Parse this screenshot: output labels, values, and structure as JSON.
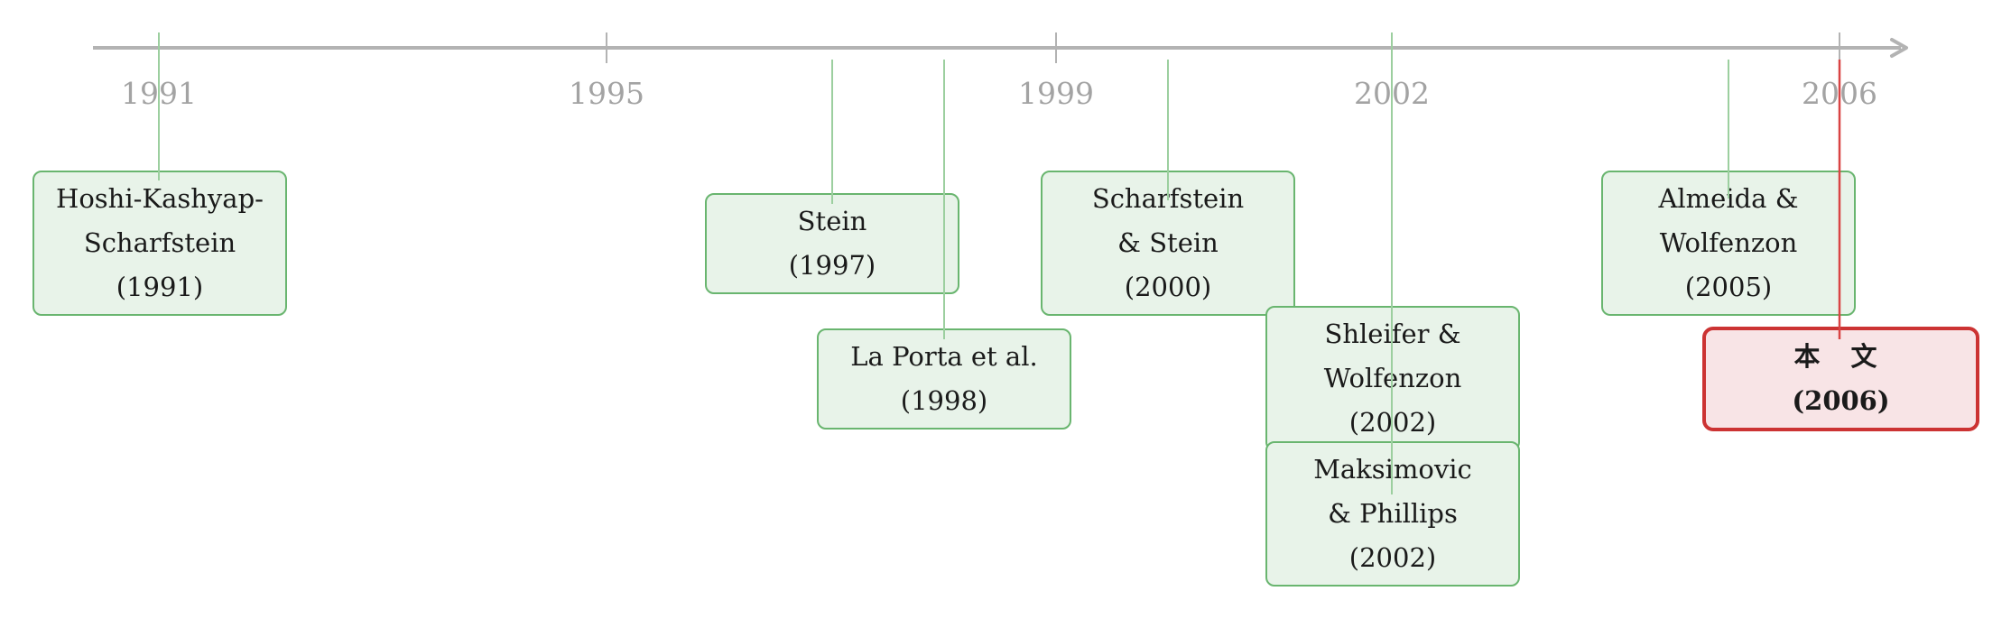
{
  "timeline": {
    "axis_ticks": [
      "1991",
      "1995",
      "1999",
      "2002",
      "2006"
    ],
    "events": [
      {
        "id": "hoshi",
        "lines": [
          "Hoshi-Kashyap-",
          "Scharfstein",
          "(1991)"
        ],
        "highlight": false
      },
      {
        "id": "stein",
        "lines": [
          "Stein",
          "(1997)"
        ],
        "highlight": false
      },
      {
        "id": "laporta",
        "lines": [
          "La Porta et al.",
          "(1998)"
        ],
        "highlight": false
      },
      {
        "id": "scharfstein-stein",
        "lines": [
          "Scharfstein",
          "& Stein",
          "(2000)"
        ],
        "highlight": false
      },
      {
        "id": "shleifer",
        "lines": [
          "Shleifer &",
          "Wolfenzon",
          "(2002)"
        ],
        "highlight": false
      },
      {
        "id": "maksimovic",
        "lines": [
          "Maksimovic",
          "& Phillips",
          "(2002)"
        ],
        "highlight": false
      },
      {
        "id": "almeida",
        "lines": [
          "Almeida &",
          "Wolfenzon",
          "(2005)"
        ],
        "highlight": false
      },
      {
        "id": "this-paper",
        "lines": [
          "本 文",
          "(2006)"
        ],
        "highlight": true
      }
    ]
  },
  "colors": {
    "axis": "#b3b3b3",
    "tick_label": "#a3a3a3",
    "box_border": "#69b56f",
    "box_fill": "#e8f3e9",
    "connector": "#9ccf9f",
    "highlight_border": "#cc3333",
    "highlight_fill": "#f8e4e6",
    "highlight_connector": "#d94444"
  }
}
